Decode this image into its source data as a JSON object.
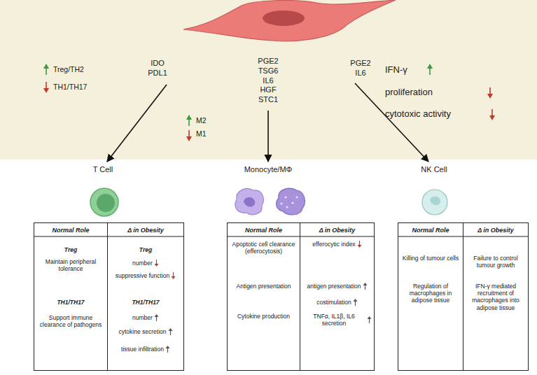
{
  "diagram": {
    "nodes": [
      {
        "text": [
          "Normal Role",
          "Treg",
          "Maintain peripheral tolerance",
          "TH1/TH17",
          "Support immune clearance of pathogens"
        ]
      },
      {
        "text": [
          "Δ in Obesity",
          "Treg",
          "number",
          "suppressive function",
          "TH1/TH17",
          "number",
          "cytokine secretion",
          "tissue infiltration"
        ]
      },
      {
        "text": [
          "Normal Role",
          "Apoptotic cell clearance (efferocytosis)",
          "Antigen presentation",
          "Cytokine production"
        ]
      },
      {
        "text": [
          "Δ in Obesity",
          "efferocytic index",
          "antigen presentation",
          "costimulation",
          "TNFα, IL1β, IL6 secretion"
        ]
      },
      {
        "text": [
          "Normal Role",
          "Killing of tumour cells",
          "Regulation of macrophages in adipose tissue"
        ]
      },
      {
        "text": [
          "Δ in Obesity",
          "Failure to control tumour growth",
          "IFN-γ mediated recruitment of macrophages into adipose tissue"
        ]
      }
    ],
    "labels": [
      "IDO PDL1",
      "PGE2 TSG6 IL6 HGF STC1",
      "PGE2 IL6",
      "Treg/TH2",
      "TH1/TH17",
      "M2",
      "M1",
      "IFN-γ",
      "proliferation",
      "cytotoxic activity",
      "T Cell",
      "Monocyte/MΦ",
      "NK Cell"
    ]
  }
}
